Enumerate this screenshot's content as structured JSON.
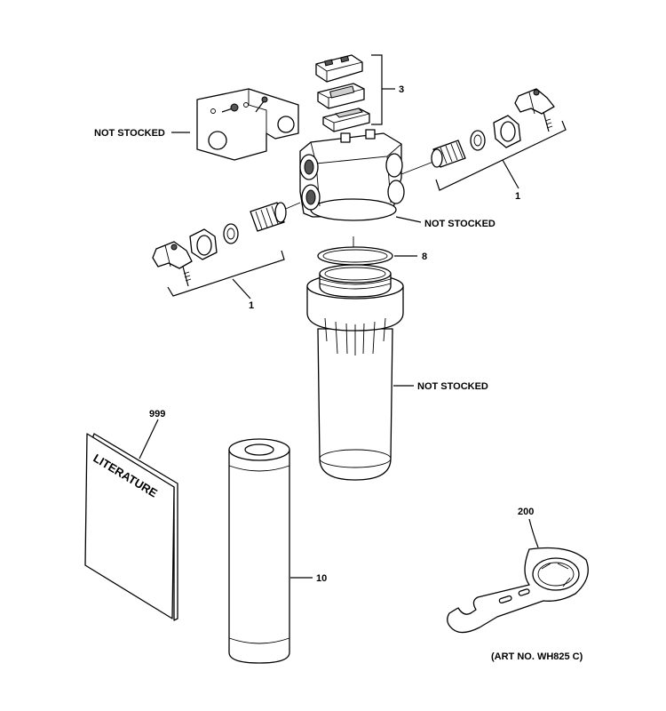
{
  "labels": {
    "part_1": "1",
    "part_3": "3",
    "part_8": "8",
    "part_10": "10",
    "part_200": "200",
    "part_999": "999",
    "not_stocked": "NOT STOCKED",
    "literature": "LITERATURE",
    "art_no": "(ART NO. WH825 C)"
  }
}
